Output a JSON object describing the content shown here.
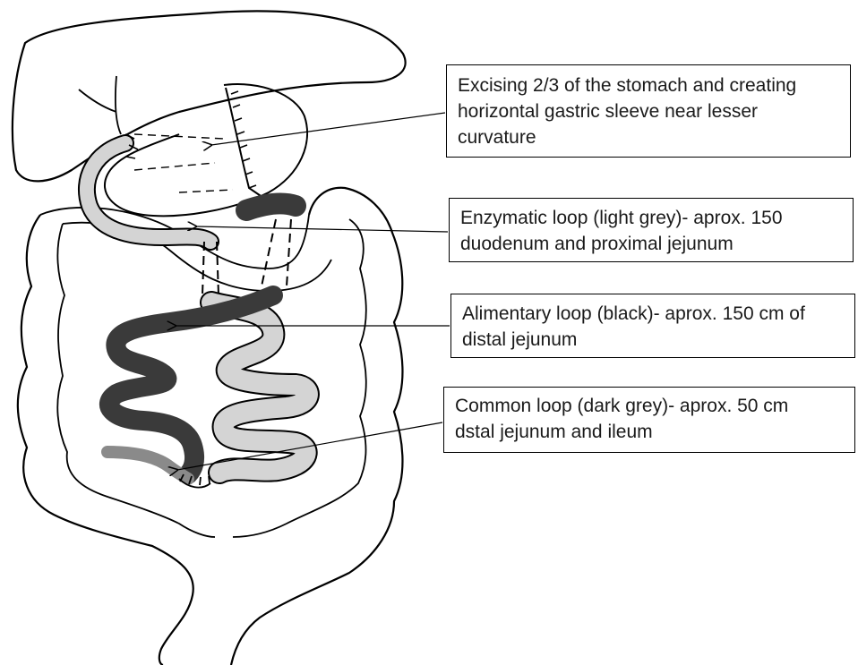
{
  "callouts": [
    {
      "text": "Excising 2/3 of the stomach and creating\nhorizontal gastric sleeve near lesser\ncurvature"
    },
    {
      "text": "Enzymatic loop (light grey)-  aprox. 150\nduodenum and  proximal jejunum"
    },
    {
      "text": "Alimentary loop (black)-   aprox. 150 cm of\ndistal jejunum"
    },
    {
      "text": "Common loop (dark grey)- aprox. 50 cm\ndstal jejunum and ileum"
    }
  ],
  "colors": {
    "enzymatic_loop": "#d4d4d4",
    "alimentary_loop": "#3a3a3a",
    "common_loop": "#8a8a8a",
    "outline": "#000000"
  }
}
